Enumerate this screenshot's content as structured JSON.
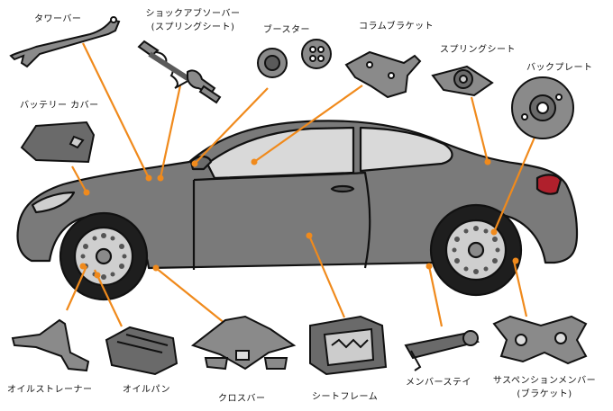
{
  "labels": {
    "tower_bar": "タワーバー",
    "shock_absorber_1": "ショックアブソーバー",
    "shock_absorber_2": "(スプリングシート)",
    "booster": "ブースター",
    "column_bracket": "コラムブラケット",
    "spring_seat": "スプリングシート",
    "back_plate": "バックプレート",
    "battery_cover": "バッテリー カバー",
    "oil_strainer": "オイルストレーナー",
    "oil_pan": "オイルパン",
    "cross_bar": "クロスバー",
    "seat_frame": "シートフレーム",
    "member_stay": "メンバーステイ",
    "suspension_member_1": "サスペンションメンバー",
    "suspension_member_2": "(ブラケット)"
  },
  "colors": {
    "car_body": "#7a7a7a",
    "car_window": "#d9d9d9",
    "leader_line": "#f08a1c",
    "outline": "#111111",
    "part_gray": "#8a8a8a",
    "tail_light": "#b0202c"
  }
}
